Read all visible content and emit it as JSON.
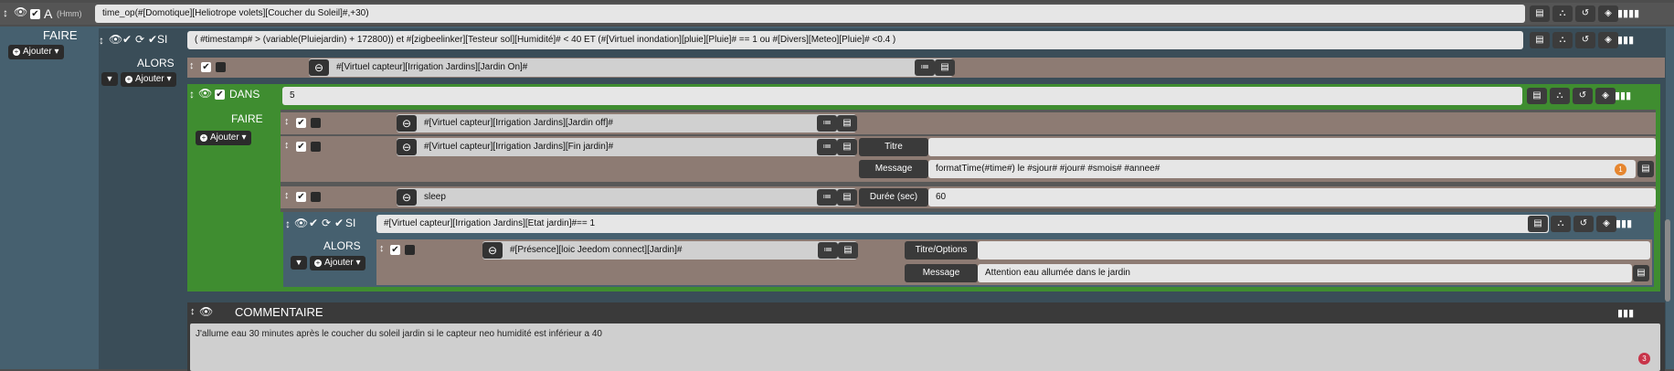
{
  "header": {
    "label": "A",
    "hint": "(Hmm)",
    "expression": "time_op(#[Domotique][Heliotrope volets][Coucher du Soleil]#,+30)"
  },
  "main": {
    "faire_label": "FAIRE",
    "ajouter_label": "Ajouter",
    "si_label": "SI",
    "condition": "( #timestamp# > (variable(Pluiejardin) + 172800))  et #[zigbeelinker][Testeur sol][Humidité]# < 40   ET (#[Virtuel inondation][pluie][Pluie]# == 1  ou #[Divers][Meteo][Pluie]# <0.4  )",
    "alors_label": "ALORS",
    "alors_action": "#[Virtuel capteur][Irrigation Jardins][Jardin On]#"
  },
  "dans": {
    "label": "DANS",
    "value": "5",
    "faire_label": "FAIRE",
    "ajouter_label": "Ajouter",
    "actions": [
      {
        "cmd": "#[Virtuel capteur][Irrigation Jardins][Jardin off]#"
      },
      {
        "cmd": "#[Virtuel capteur][Irrigation Jardins][Fin jardin]#",
        "titre_label": "Titre",
        "titre_value": "",
        "message_label": "Message",
        "message_value": "formatTime(#time#) le #sjour# #jour# #smois# #annee#",
        "badge": "1"
      },
      {
        "cmd": "sleep",
        "duree_label": "Durée (sec)",
        "duree_value": "60"
      }
    ]
  },
  "nested_si": {
    "si_label": "SI",
    "condition": "#[Virtuel capteur][Irrigation Jardins][Etat jardin]#== 1",
    "alors_label": "ALORS",
    "ajouter_label": "Ajouter",
    "action_cmd": "#[Présence][loic Jeedom connect][Jardin]#",
    "titre_label": "Titre/Options",
    "titre_value": "",
    "message_label": "Message",
    "message_value": "Attention eau allumée dans le jardin"
  },
  "commentaire": {
    "label": "COMMENTAIRE",
    "text": "J'allume eau 30 minutes après le coucher du soleil jardin si le capteur neo humidité est inférieur a 40",
    "badge": "3"
  },
  "colors": {
    "blue_block": "#46606f",
    "green_block": "#3f8d30",
    "brown_row": "#8d7b73",
    "dark_row": "#585858",
    "badge_orange": "#e6862f",
    "badge_red": "#c8354a"
  },
  "icons": {
    "move": "arrows-v-icon",
    "eye": "eye-icon",
    "check": "check-icon",
    "refresh": "refresh-icon"
  }
}
